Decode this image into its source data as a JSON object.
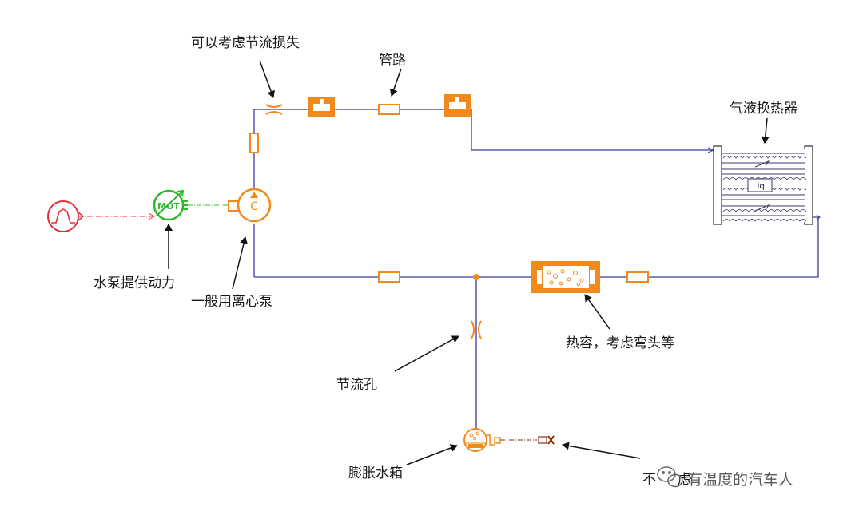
{
  "labels": {
    "throttle_loss": "可以考虑节流损失",
    "pipe": "管路",
    "gas_liquid_hx": "气液换热器",
    "pump_power": "水泵提供动力",
    "centrifugal_pump": "一般用离心泵",
    "heat_capacity": "热容，考虑弯头等",
    "orifice": "节流孔",
    "expansion_tank": "膨胀水箱",
    "partial_left": "不",
    "partial_mid": "虑"
  },
  "component_text": {
    "motor": "MOT",
    "pump": "C",
    "hx": "Liq."
  },
  "watermark": "有温度的汽车人",
  "colors": {
    "pipe": "#3a3aa0",
    "component": "#f08a1c",
    "motor": "#2db82d",
    "source": "#e0303a",
    "arrow": "#111111"
  }
}
